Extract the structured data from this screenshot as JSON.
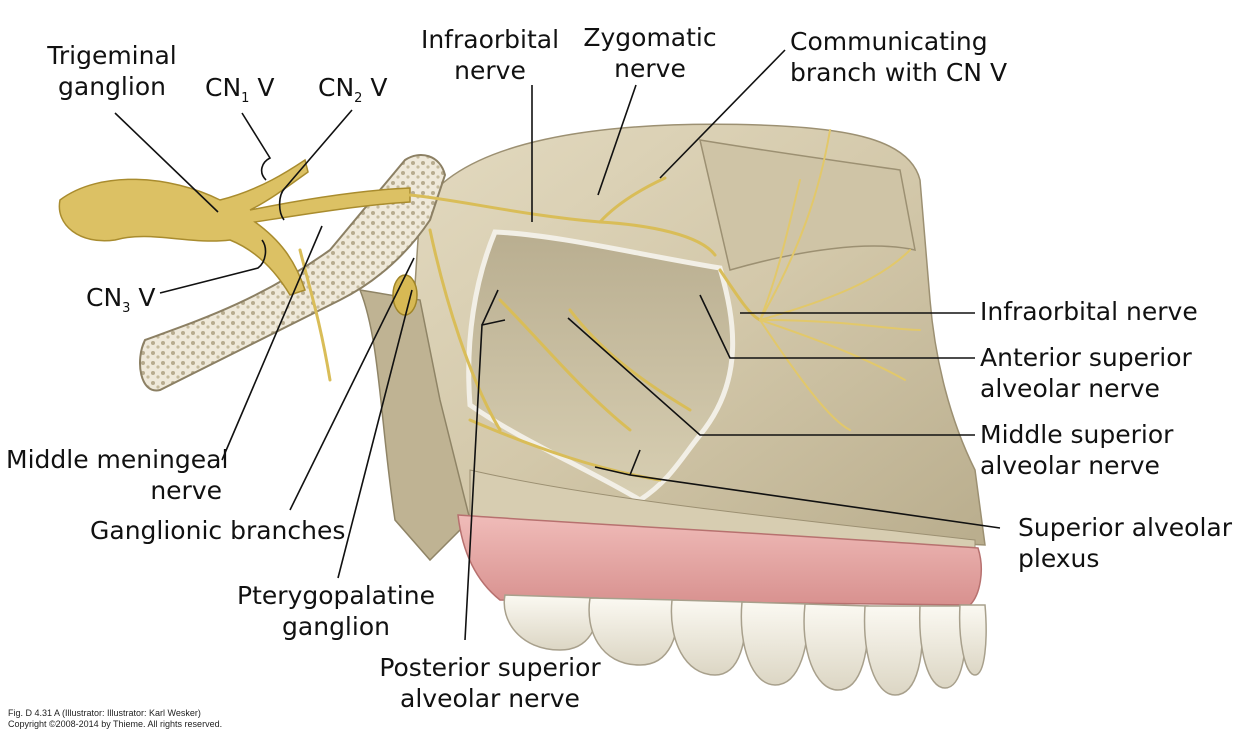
{
  "labels": {
    "trigeminal_ganglion": [
      "Trigeminal",
      "ganglion"
    ],
    "cn_v1": {
      "pre": "CN",
      "sub": "1",
      "post": " V"
    },
    "cn_v2": {
      "pre": "CN",
      "sub": "2",
      "post": " V"
    },
    "cn_v3": {
      "pre": "CN",
      "sub": "3",
      "post": " V"
    },
    "infraorbital_nerve_top": [
      "Infraorbital",
      "nerve"
    ],
    "zygomatic_nerve": [
      "Zygomatic",
      "nerve"
    ],
    "communicating_branch": [
      "Communicating",
      "branch with CN V"
    ],
    "infraorbital_nerve_right": "Infraorbital nerve",
    "anterior_superior_alveolar": [
      "Anterior superior",
      "alveolar nerve"
    ],
    "middle_superior_alveolar": [
      "Middle superior",
      "alveolar nerve"
    ],
    "superior_alveolar_plexus": [
      "Superior alveolar",
      "plexus"
    ],
    "middle_meningeal": [
      "Middle meningeal",
      "nerve"
    ],
    "ganglionic_branches": "Ganglionic branches",
    "pterygopalatine_ganglion": [
      "Pterygopalatine",
      "ganglion"
    ],
    "posterior_superior_alveolar": [
      "Posterior superior",
      "alveolar nerve"
    ]
  },
  "credit": {
    "line1": "Fig. D 4.31 A   (Illustrator: Illustrator: Karl Wesker)",
    "line2": "Copyright ©2008-2014 by Thieme. All rights reserved."
  },
  "colors": {
    "nerve": "#e2c86a",
    "nerve_dark": "#b79a38",
    "bone": "#d6ccb0",
    "bone_dark": "#a99e80",
    "gum": "#e8aaa8",
    "tooth": "#f3f0e6",
    "sinus": "#cfc4a6"
  }
}
